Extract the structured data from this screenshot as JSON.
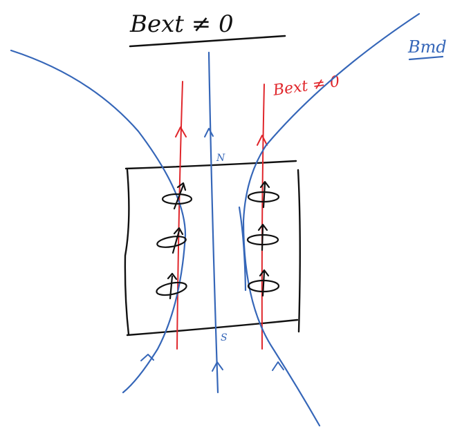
{
  "title": "Bext ≠ 0",
  "red_label": "Bext ≠ 0",
  "blue_label": "Bmd",
  "pole_north": "N",
  "pole_south": "S",
  "colors": {
    "ink": "#111111",
    "field_blue": "#3566b8",
    "external_red": "#e0262b",
    "background": "#ffffff"
  }
}
